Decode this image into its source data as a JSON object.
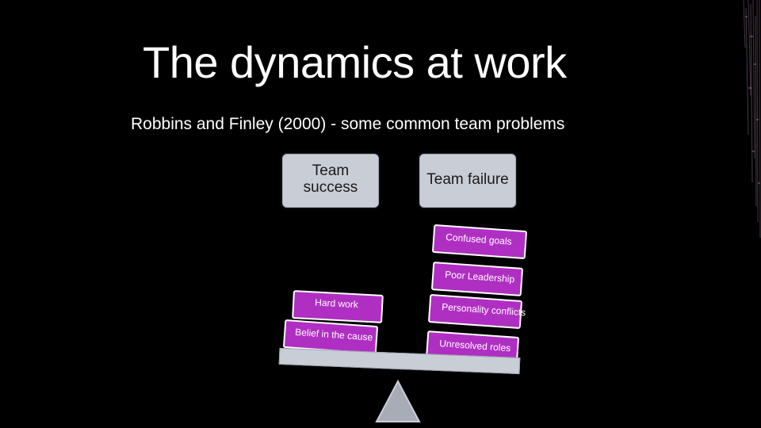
{
  "slide": {
    "title": "The dynamics at work",
    "subtitle": "Robbins and Finley (2000)  - some common team problems"
  },
  "scale": {
    "left_heading": "Team success",
    "right_heading": "Team failure",
    "left_items": [
      "Hard work",
      "Belief in the cause"
    ],
    "right_items": [
      "Confused goals",
      "Poor Leadership",
      "Personality conflicts",
      "Unresolved roles"
    ]
  },
  "colors": {
    "background": "#000000",
    "heading_box": "#c9cdd6",
    "tag": "#b02fc3",
    "beam": "#c9cdd6",
    "fulcrum": "#a7acb6"
  }
}
